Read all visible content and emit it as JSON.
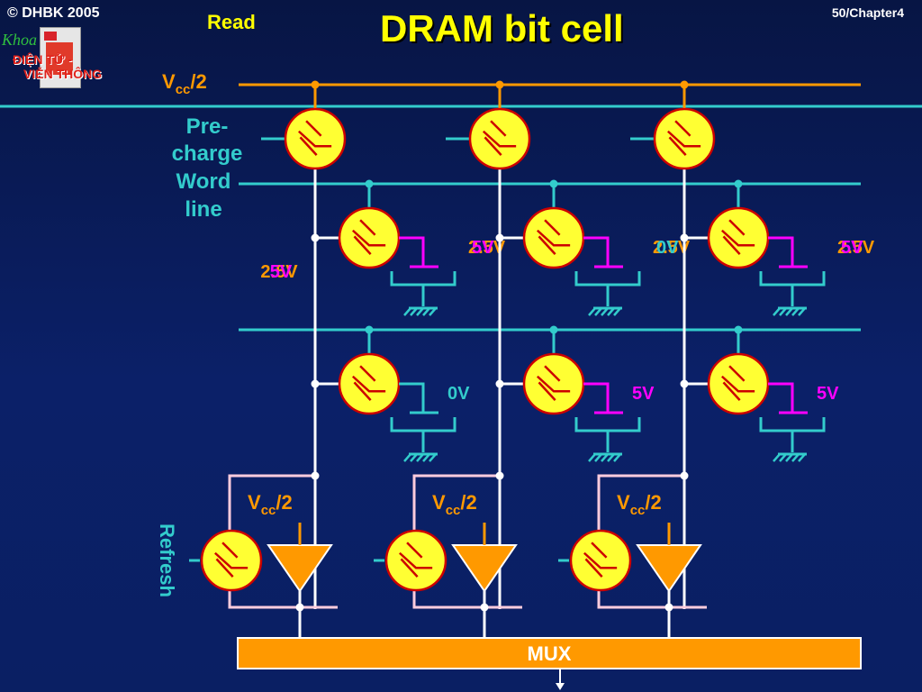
{
  "header": {
    "copyright": "© DHBK 2005",
    "page_number": "50/Chapter4",
    "mode": "Read",
    "title": "DRAM bit cell"
  },
  "logo": {
    "line_khoa": "Khoa",
    "line1": "ĐIỆN TỬ -",
    "line2": "VIỄN THÔNG"
  },
  "labels": {
    "vcc_v": "V",
    "vcc_sub": "cc",
    "vcc_half": "/2",
    "precharge_line1": "Pre-",
    "precharge_line2": "charge",
    "wordline_line1": "Word",
    "wordline_line2": "line",
    "refresh": "Refresh",
    "mux": "MUX",
    "bitline_left_overlap_a": "2.5V",
    "bitline_left_overlap_b": "5V"
  },
  "cells_row1": [
    {
      "overlap_a": "2.5V",
      "overlap_b": "5V"
    },
    {
      "overlap_a": "2.5V",
      "overlap_b": "0V"
    },
    {
      "overlap_a": "2.5V",
      "overlap_b": "5V"
    }
  ],
  "cells_row2": [
    {
      "voltage": "0V"
    },
    {
      "voltage": "5V"
    },
    {
      "voltage": "5V"
    }
  ],
  "colors": {
    "background": "#0a1f63",
    "title": "#ffff00",
    "vcc_line": "#ff9900",
    "wordline": "#33cccc",
    "bitline": "#ffffff",
    "transistor_fill": "#ffff33",
    "transistor_stroke": "#cc0000",
    "capacitor_magenta": "#ff00ff",
    "capacitor_cyan": "#33cccc",
    "amp_fill": "#ff9900",
    "mux_fill": "#ff9900"
  }
}
